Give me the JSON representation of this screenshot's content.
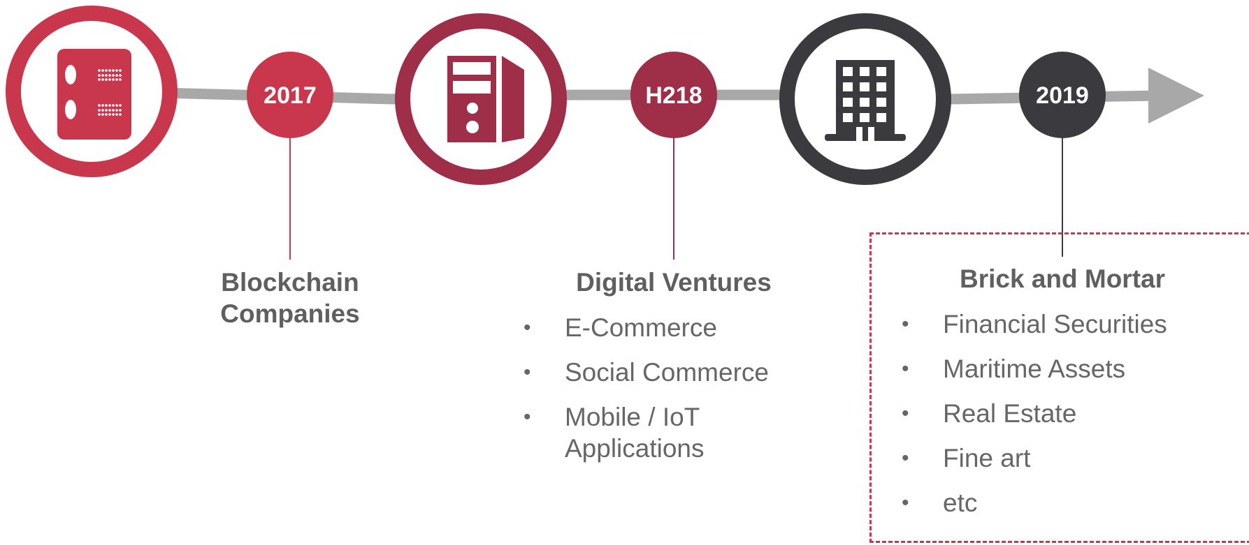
{
  "colors": {
    "red": "#c8374c",
    "maroon": "#9f2f48",
    "charcoal": "#3b3a3f",
    "arrow_gray": "#a8a8a8",
    "text_gray": "#5f5f5f"
  },
  "stages": [
    {
      "year": "2017",
      "title": "Blockchain Companies",
      "icon": "server-rack-icon",
      "items": []
    },
    {
      "year": "H218",
      "title": "Digital Ventures",
      "icon": "computer-tower-icon",
      "items": [
        "E-Commerce",
        "Social Commerce",
        "Mobile / IoT Applications"
      ]
    },
    {
      "year": "2019",
      "title": "Brick and Mortar",
      "icon": "office-building-icon",
      "items": [
        "Financial Securities",
        "Maritime Assets",
        "Real Estate",
        "Fine art",
        "etc"
      ]
    }
  ]
}
